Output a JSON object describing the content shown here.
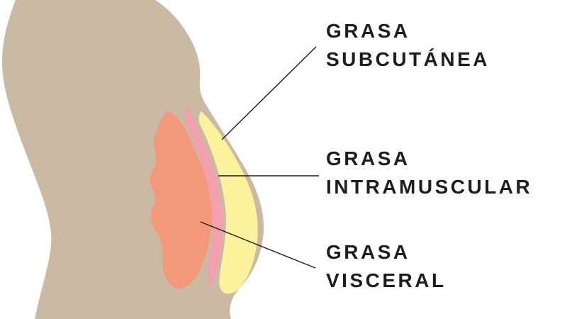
{
  "diagram": {
    "description": "Anatomical side-view torso illustration showing body fat types",
    "background_color": "#ffffff",
    "colors": {
      "body": "#cbbaa3",
      "visceral_fat": "#f3987a",
      "intramuscular_fat": "#f2a0ad",
      "subcutaneous_fat": "#fbf29b",
      "leader_line": "#1a1a1a",
      "label_text": "#1e1e1e"
    },
    "labels": {
      "subcutanea": {
        "line1": "GRASA",
        "line2": "SUBCUTÁNEA"
      },
      "intramuscular": {
        "line1": "GRASA",
        "line2": "INTRAMUSCULAR"
      },
      "visceral": {
        "line1": "GRASA",
        "line2": "VISCERAL"
      }
    }
  }
}
